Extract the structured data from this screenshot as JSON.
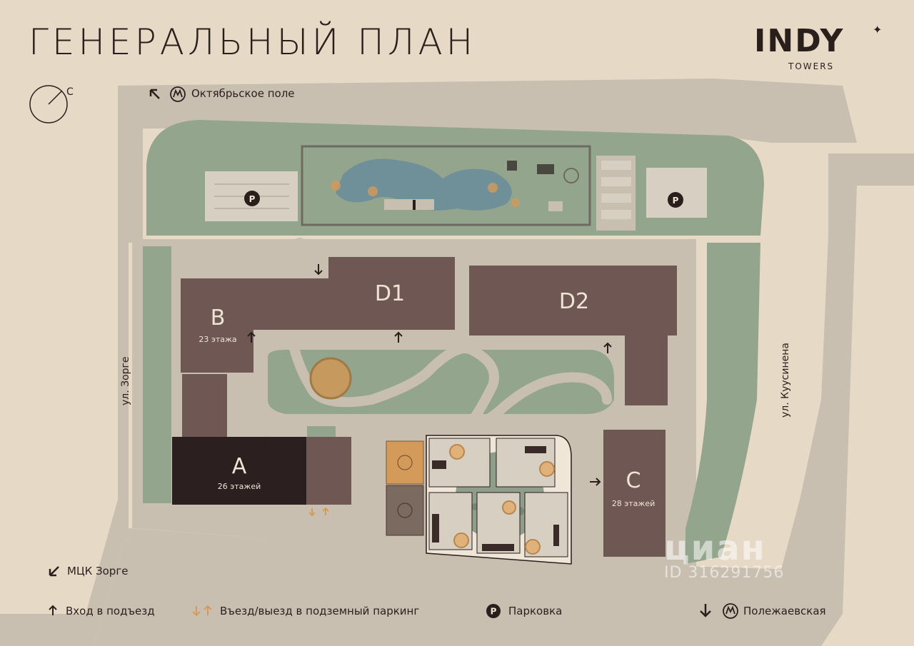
{
  "title": "ГЕНЕРАЛЬНЫЙ ПЛАН",
  "brand": {
    "name": "INDY",
    "sub": "TOWERS"
  },
  "compass_label": "С",
  "metro_top": "Октябрьское поле",
  "metro_bottom": "Полежаевская",
  "mck": "МЦК Зорге",
  "streets": {
    "left": "ул. Зорге",
    "right": "ул. Куусинена"
  },
  "buildings": {
    "A": {
      "name": "A",
      "floors": "26 этажей"
    },
    "B": {
      "name": "B",
      "floors": "23 этажа"
    },
    "C": {
      "name": "C",
      "floors": "28 этажей"
    },
    "D1": {
      "name": "D1"
    },
    "D2": {
      "name": "D2"
    }
  },
  "parking_letter": "P",
  "legend": {
    "entrance": "Вход в подъезд",
    "parking_entry": "Въезд/выезд в подземный паркинг",
    "parking": "Парковка"
  },
  "metro_symbol": "М",
  "watermark": {
    "name": "циан",
    "id": "ID 316291756"
  },
  "colors": {
    "background": "#e6d9c6",
    "road": "#c9bfb1",
    "green": "#93a58c",
    "building": "#6f5854",
    "building_dark": "#2b1f1f",
    "water": "#6f8f99",
    "accent": "#d49a5a"
  }
}
